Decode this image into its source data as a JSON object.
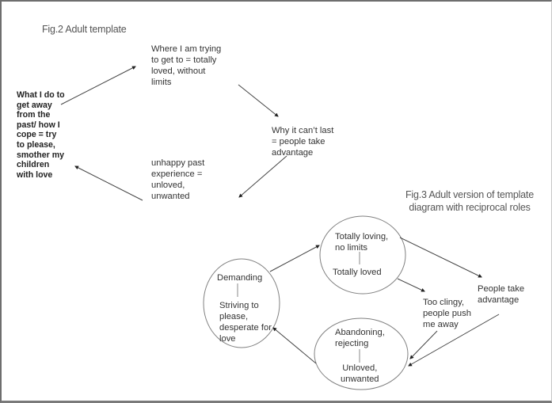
{
  "fig2": {
    "title": "Fig.2 Adult template",
    "nodes": {
      "goal": "Where I am trying\nto get to = totally\nloved, without\nlimits",
      "coping": "What I do to\nget away\nfrom the\npast/ how I\ncope = try\nto please,\nsmother my\nchildren\nwith love",
      "why": "Why it can’t last\n= people take\nadvantage",
      "past": "unhappy past\nexperience =\nunloved,\nunwanted"
    }
  },
  "fig3": {
    "title": "Fig.3 Adult version of template\ndiagram with reciprocal roles",
    "ellipses": {
      "demanding": {
        "top": "Demanding",
        "bottom": "Striving to\nplease,\ndesperate for\nlove"
      },
      "loving": {
        "top": "Totally loving,\nno limits",
        "bottom": "Totally loved"
      },
      "abandoning": {
        "top": "Abandoning,\nrejecting",
        "bottom": "Unloved,\nunwanted"
      }
    },
    "labels": {
      "clingy": "Too clingy,\npeople push\nme away",
      "advantage": "People take\nadvantage"
    }
  },
  "colors": {
    "text": "#333333",
    "line": "#444444",
    "ellipse": "#808080",
    "border": "#6e6e6e"
  }
}
